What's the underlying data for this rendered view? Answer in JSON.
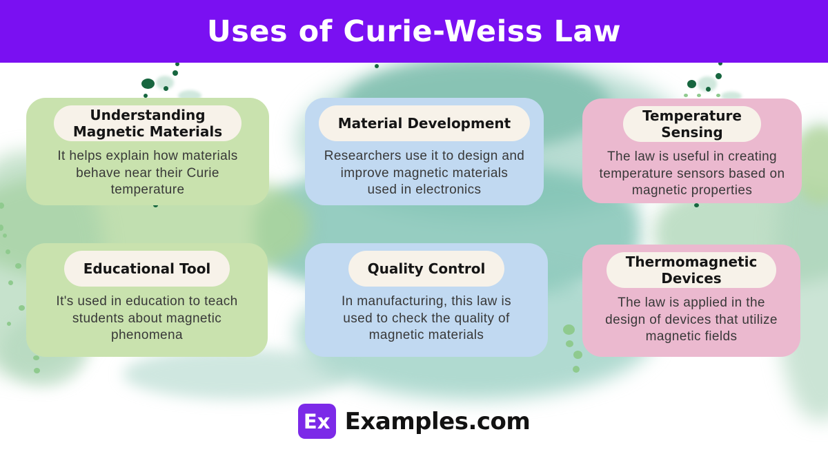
{
  "header": {
    "title": "Uses of Curie-Weiss Law",
    "bg": "#7a10f2",
    "text_color": "#ffffff"
  },
  "cards": [
    {
      "title": "Understanding\nMagnetic Materials",
      "body": "It helps explain how materials\nbehave near their Curie\ntemperature",
      "bg": "#c9e2ae"
    },
    {
      "title": "Material Development",
      "body": "Researchers use it to design and\nimprove magnetic materials\nused in electronics",
      "bg": "#c1d9f1"
    },
    {
      "title": "Temperature\nSensing",
      "body": "The law is useful in creating\ntemperature sensors based on\nmagnetic properties",
      "bg": "#ebb9cf"
    },
    {
      "title": "Educational Tool",
      "body": "It's used in education to teach\nstudents about magnetic\nphenomena",
      "bg": "#c9e2ae"
    },
    {
      "title": "Quality Control",
      "body": "In manufacturing, this law is\nused to check the quality of\nmagnetic materials",
      "bg": "#c1d9f1"
    },
    {
      "title": "Thermomagnetic\nDevices",
      "body": "The law is applied in the\ndesign of devices that utilize\nmagnetic fields",
      "bg": "#ebb9cf"
    }
  ],
  "footer": {
    "logo_text": "Ex",
    "brand": "Examples.com",
    "logo_bg": "#7c2ae8"
  },
  "colors": {
    "pill": "#f7f2e9",
    "watercolor_teal": "#8ecac0",
    "watercolor_green": "#aed8a2",
    "speck_dark_green": "#17663f",
    "dot_light_green": "#8fca8e"
  }
}
